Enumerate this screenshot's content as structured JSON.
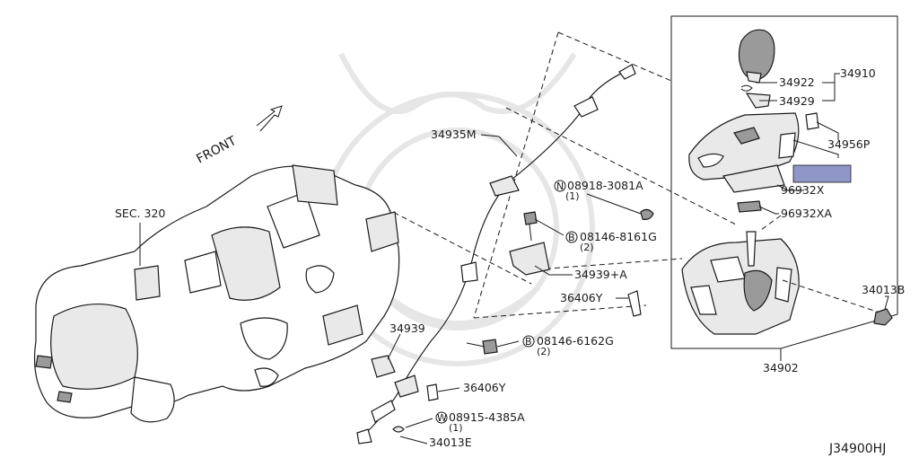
{
  "front_label": "FRONT",
  "section_label": "SEC. 320",
  "diagram_code": "J34900HJ",
  "highlight_color": "#8f96c8",
  "parts": {
    "p34910": "34910",
    "p34922": "34922",
    "p34929": "34929",
    "p34956P": "34956P",
    "p96932X": "96932X",
    "p96932XA": "96932XA",
    "p34935M": "34935M",
    "p08918_num": "08918-3081A",
    "p08918_qty": "(1)",
    "p08918_prefix": "N",
    "p08146_8161_num": "08146-8161G",
    "p08146_8161_qty": "(2)",
    "p08146_8161_prefix": "B",
    "p34939A": "34939+A",
    "p36406Y_upper": "36406Y",
    "p34013B": "34013B",
    "p34939": "34939",
    "p08146_6162_num": "08146-6162G",
    "p08146_6162_qty": "(2)",
    "p08146_6162_prefix": "B",
    "p36406Y_lower": "36406Y",
    "p08915_num": "08915-4385A",
    "p08915_qty": "(1)",
    "p08915_prefix": "W",
    "p34013E": "34013E",
    "p34902": "34902"
  }
}
